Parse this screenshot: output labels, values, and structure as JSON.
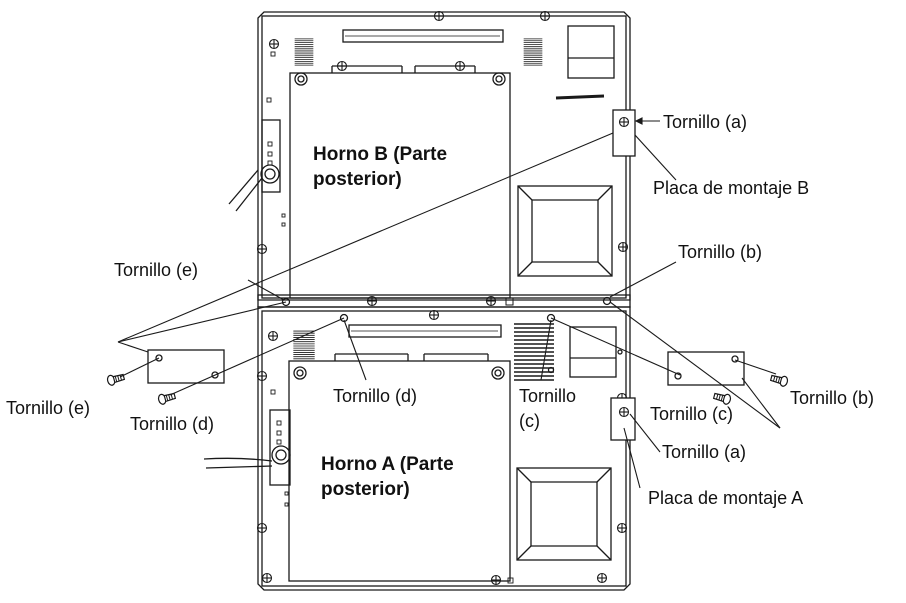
{
  "oven_b": {
    "title_line1": "Horno B (Parte",
    "title_line2": "posterior)"
  },
  "oven_a": {
    "title_line1": "Horno A (Parte",
    "title_line2": "posterior)"
  },
  "labels": {
    "screw_a_top": "Tornillo (a)",
    "plate_b": "Placa de montaje B",
    "screw_b_top": "Tornillo (b)",
    "screw_e_top": "Tornillo (e)",
    "screw_e_left": "Tornillo (e)",
    "screw_d_left": "Tornillo (d)",
    "screw_d_mid": "Tornillo (d)",
    "screw_c_mid_line1": "Tornillo",
    "screw_c_mid_line2": "(c)",
    "screw_c_right": "Tornillo (c)",
    "screw_b_right": "Tornillo (b)",
    "screw_a_bottom": "Tornillo (a)",
    "plate_a": "Placa de montaje A"
  },
  "colors": {
    "line": "#1a1a1a",
    "background": "#ffffff"
  }
}
